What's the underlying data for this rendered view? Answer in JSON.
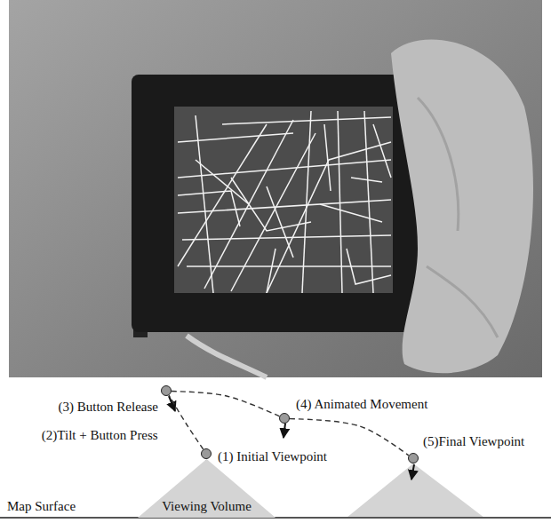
{
  "diagram": {
    "nodes": [
      {
        "text": [
          "(3) Button Release"
        ]
      },
      {
        "text": [
          "(4) Animated Movement"
        ]
      },
      {
        "text": [
          "(1) Initial Viewpoint"
        ]
      },
      {
        "text": [
          "(5)Final Viewpoint"
        ]
      },
      {
        "text": [
          "Viewing Volume"
        ]
      }
    ],
    "edges": [
      {
        "from": 2,
        "to": 0,
        "label": "(2)Tilt + Button Press",
        "arrow": "none"
      },
      {
        "from": 0,
        "to": 1,
        "arrow": "none"
      },
      {
        "from": 1,
        "to": 3,
        "arrow": "none"
      }
    ],
    "labels": [
      "Map Surface"
    ]
  }
}
